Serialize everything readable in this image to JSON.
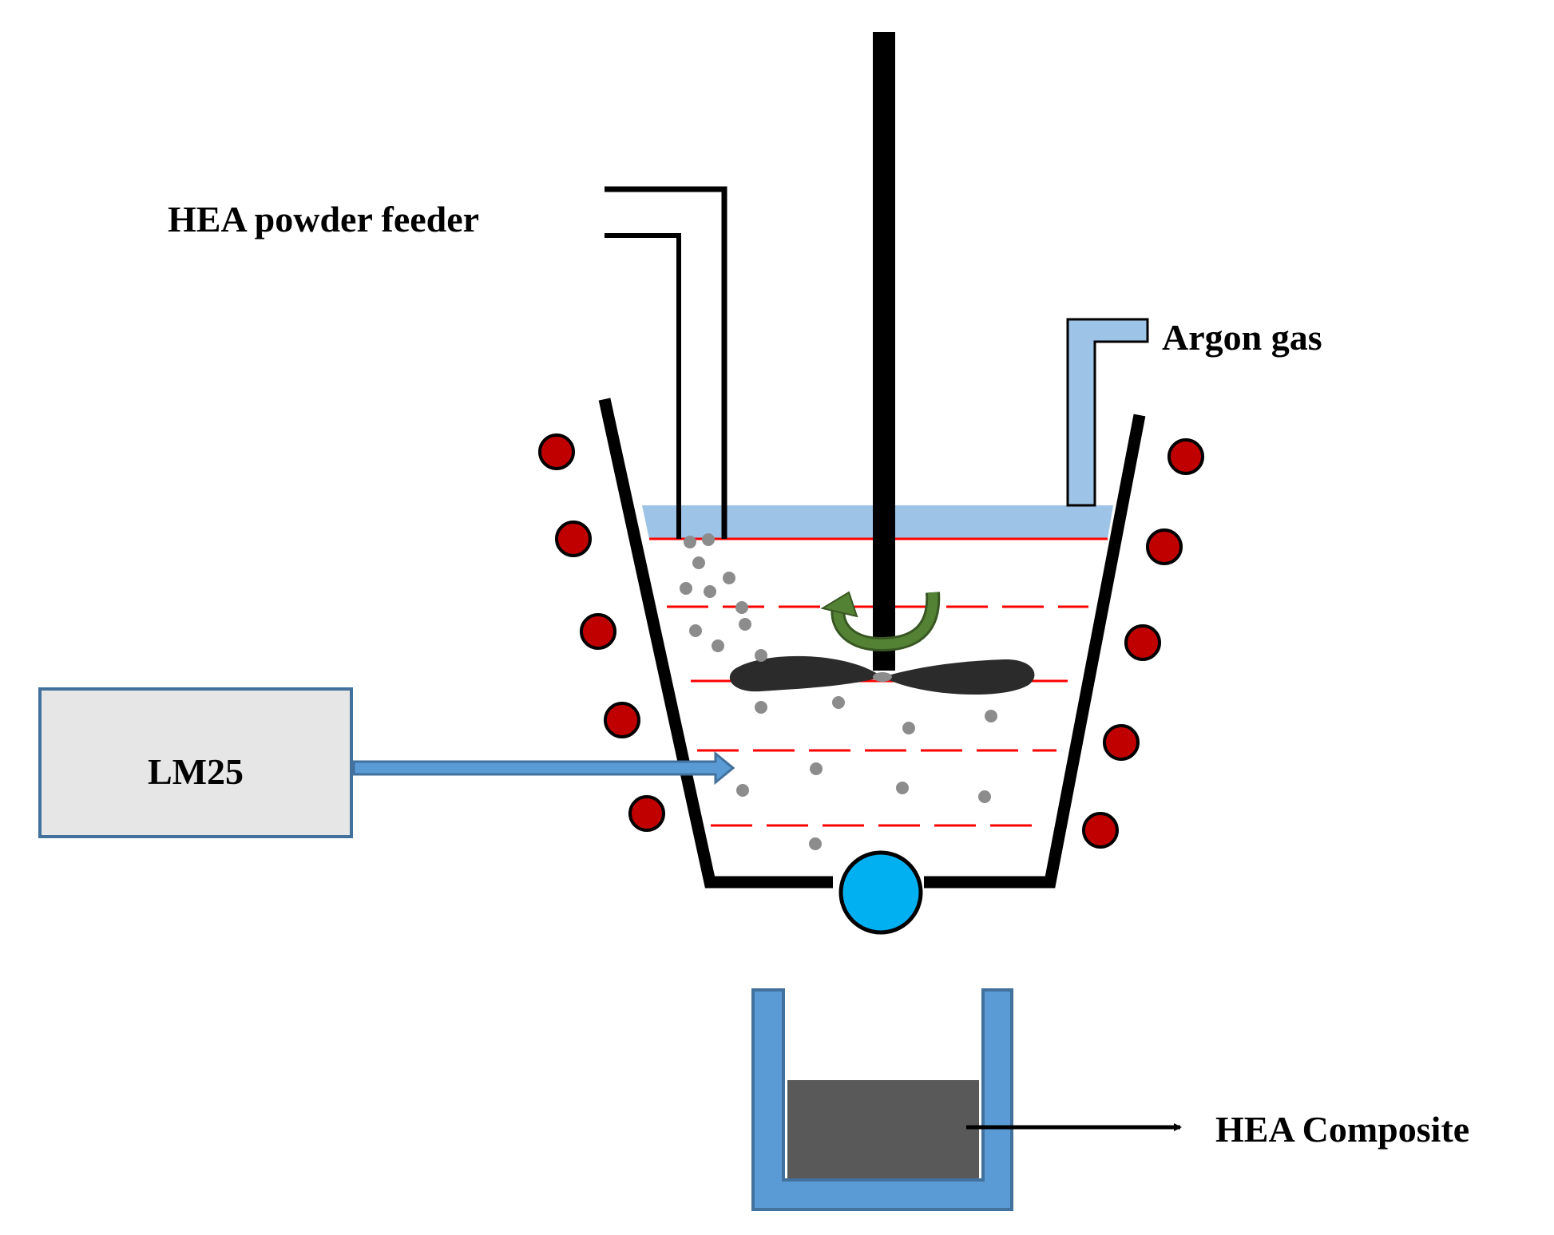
{
  "labels": {
    "powder_feeder": "HEA powder feeder",
    "argon": "Argon gas",
    "source": "LM25",
    "composite": "HEA Composite"
  },
  "colors": {
    "wall": "#000000",
    "gas_layer": "#9dc3e6",
    "melt_line": "#ff0000",
    "coil": "#c00000",
    "powder": "#8c8c8c",
    "stirrer_arrow": "#548235",
    "valve": "#00b0f0",
    "source_box_fill": "#e6e6e6",
    "source_box_border": "#41719c",
    "feed_arrow": "#5b9bd5",
    "mould": "#5b9bd5",
    "casting": "#595959"
  }
}
